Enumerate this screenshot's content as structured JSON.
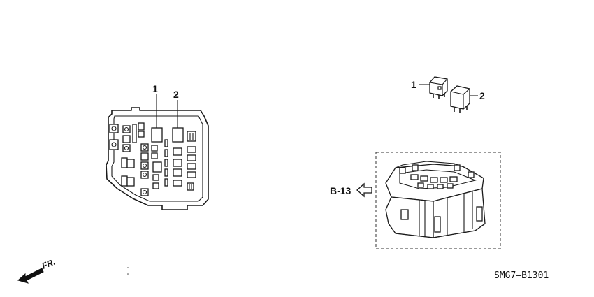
{
  "callouts": {
    "left_1": "1",
    "left_2": "2",
    "right_1": "1",
    "right_2": "2"
  },
  "reference": {
    "arrow_label": "B-13"
  },
  "front_indicator": {
    "label": "FR."
  },
  "diagram_code": "SMG7—B1301"
}
